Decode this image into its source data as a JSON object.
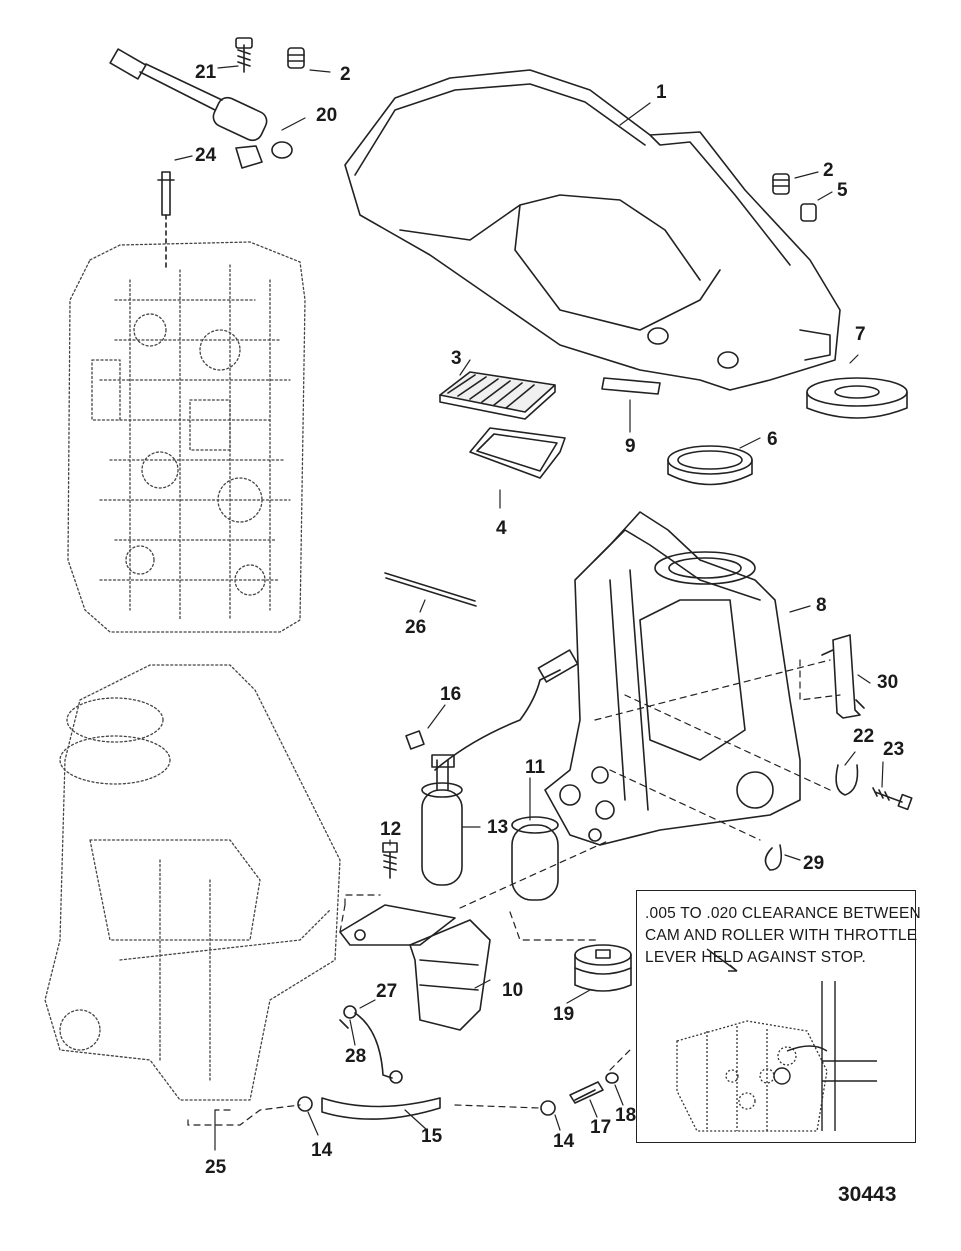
{
  "drawing_number": "30443",
  "note": {
    "lines": [
      ".005 TO .020 CLEARANCE BETWEEN",
      "CAM AND ROLLER WITH THROTTLE",
      "LEVER HELD AGAINST STOP."
    ]
  },
  "callouts": [
    {
      "label": "1"
    },
    {
      "label": "2"
    },
    {
      "label": "2"
    },
    {
      "label": "3"
    },
    {
      "label": "4"
    },
    {
      "label": "5"
    },
    {
      "label": "6"
    },
    {
      "label": "7"
    },
    {
      "label": "8"
    },
    {
      "label": "9"
    },
    {
      "label": "10"
    },
    {
      "label": "11"
    },
    {
      "label": "12"
    },
    {
      "label": "13"
    },
    {
      "label": "14"
    },
    {
      "label": "14"
    },
    {
      "label": "15"
    },
    {
      "label": "16"
    },
    {
      "label": "17"
    },
    {
      "label": "18"
    },
    {
      "label": "19"
    },
    {
      "label": "20"
    },
    {
      "label": "21"
    },
    {
      "label": "22"
    },
    {
      "label": "23"
    },
    {
      "label": "24"
    },
    {
      "label": "25"
    },
    {
      "label": "26"
    },
    {
      "label": "27"
    },
    {
      "label": "28"
    },
    {
      "label": "29"
    },
    {
      "label": "30"
    }
  ]
}
